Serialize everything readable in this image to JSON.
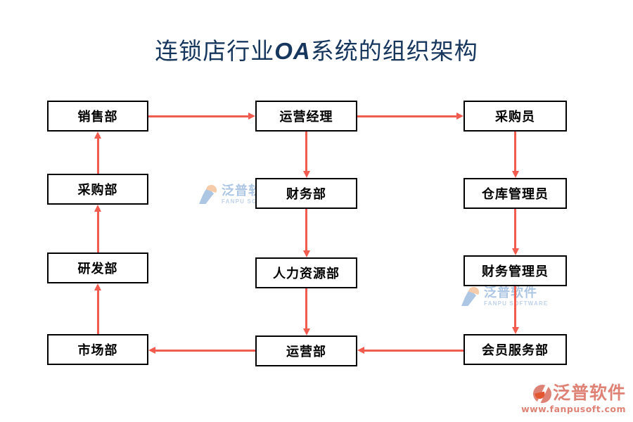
{
  "title": {
    "prefix": "连锁店行业",
    "oa": "OA",
    "suffix": "系统的组织架构"
  },
  "diagram": {
    "type": "org-flowchart",
    "nodes": [
      {
        "id": "sales",
        "label": "销售部",
        "col": 0,
        "row": 0
      },
      {
        "id": "purchasing",
        "label": "采购部",
        "col": 0,
        "row": 1
      },
      {
        "id": "rnd",
        "label": "研发部",
        "col": 0,
        "row": 2
      },
      {
        "id": "marketing",
        "label": "市场部",
        "col": 0,
        "row": 3
      },
      {
        "id": "ops-manager",
        "label": "运营经理",
        "col": 1,
        "row": 0
      },
      {
        "id": "finance",
        "label": "财务部",
        "col": 1,
        "row": 1
      },
      {
        "id": "hr",
        "label": "人力资源部",
        "col": 1,
        "row": 2
      },
      {
        "id": "operations",
        "label": "运营部",
        "col": 1,
        "row": 3
      },
      {
        "id": "buyer",
        "label": "采购员",
        "col": 2,
        "row": 0
      },
      {
        "id": "warehouse",
        "label": "仓库管理员",
        "col": 2,
        "row": 1
      },
      {
        "id": "finance-admin",
        "label": "财务管理员",
        "col": 2,
        "row": 2
      },
      {
        "id": "member-service",
        "label": "会员服务部",
        "col": 2,
        "row": 3
      }
    ],
    "edges": [
      {
        "from": "sales",
        "to": "ops-manager"
      },
      {
        "from": "ops-manager",
        "to": "buyer"
      },
      {
        "from": "ops-manager",
        "to": "finance"
      },
      {
        "from": "finance",
        "to": "hr"
      },
      {
        "from": "hr",
        "to": "operations"
      },
      {
        "from": "buyer",
        "to": "warehouse"
      },
      {
        "from": "warehouse",
        "to": "finance-admin"
      },
      {
        "from": "finance-admin",
        "to": "member-service"
      },
      {
        "from": "member-service",
        "to": "operations"
      },
      {
        "from": "operations",
        "to": "marketing"
      },
      {
        "from": "marketing",
        "to": "rnd"
      },
      {
        "from": "rnd",
        "to": "purchasing"
      },
      {
        "from": "purchasing",
        "to": "sales"
      }
    ]
  },
  "watermarks": [
    {
      "text": "泛普软件",
      "subtext": "FANPU SOFTWARE"
    },
    {
      "text": "泛普软件",
      "subtext": "FANPU SOFTWARE"
    }
  ],
  "footer_logo": {
    "brand": "泛普软件",
    "url": "www.fanpusoft.com"
  },
  "colors": {
    "title_color": "#17365d",
    "arrow_color": "#f25c4e",
    "box_border": "#000000",
    "wm_blue": "#a8c3e3",
    "wm_sub": "#bdd0e9",
    "wm_peach": "#f5c9a6",
    "logo_salmon": "#df8276",
    "logo_orange": "#e2572f"
  }
}
